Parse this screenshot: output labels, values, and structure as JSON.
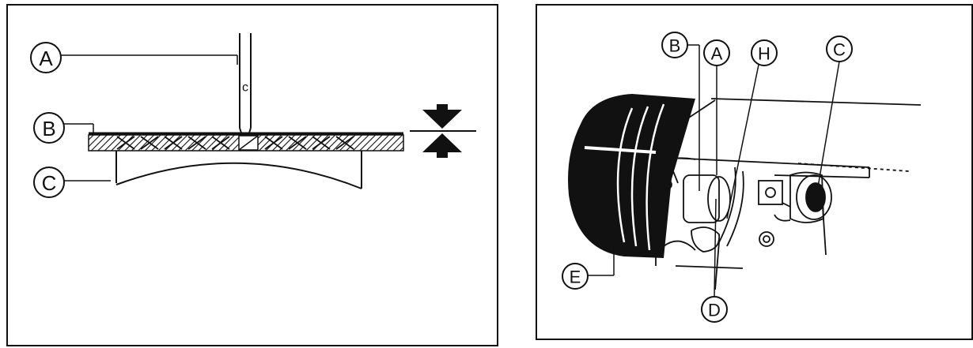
{
  "left_diagram": {
    "callouts": [
      {
        "id": "A",
        "text": "A"
      },
      {
        "id": "B",
        "text": "B"
      },
      {
        "id": "C",
        "text": "C"
      }
    ],
    "needle_mark": "c"
  },
  "right_diagram": {
    "callouts": [
      {
        "id": "B",
        "text": "B"
      },
      {
        "id": "A",
        "text": "A"
      },
      {
        "id": "H",
        "text": "H"
      },
      {
        "id": "C",
        "text": "C"
      },
      {
        "id": "E",
        "text": "E"
      },
      {
        "id": "D",
        "text": "D"
      }
    ]
  },
  "colors": {
    "ink": "#111111",
    "background": "#ffffff"
  }
}
